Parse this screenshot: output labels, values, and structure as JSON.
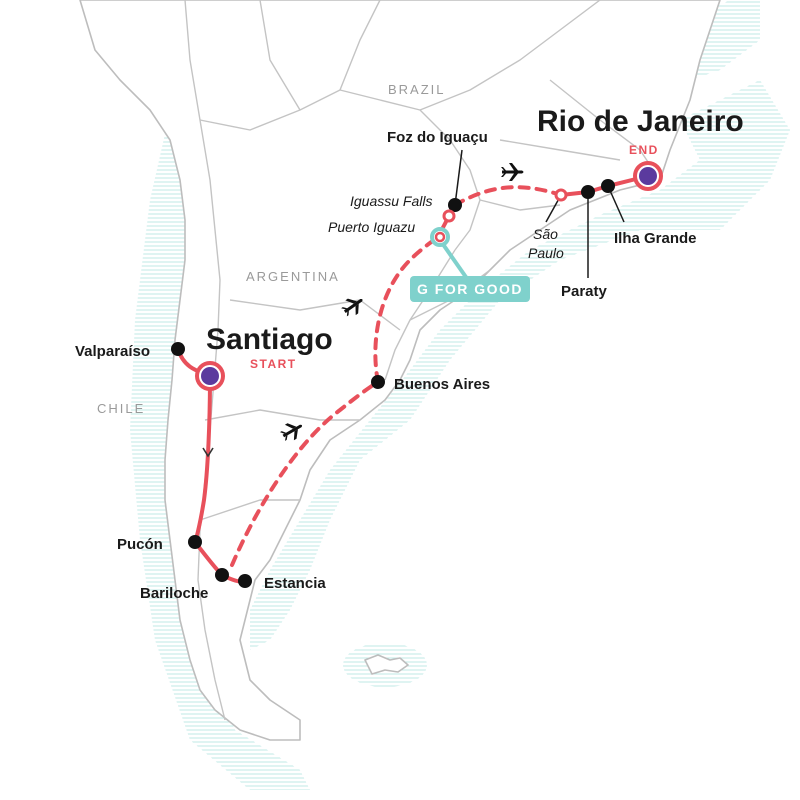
{
  "colors": {
    "route": "#e8505b",
    "stop": "#111111",
    "major_fill": "#5b3a9e",
    "highlight": "#7fd1cc",
    "highlight_text": "#ffffff",
    "coast_hatch": "#bfe8e6",
    "border": "#c4c4c4",
    "country_label": "#9a9a9a"
  },
  "countries": {
    "brazil": "BRAZIL",
    "argentina": "ARGENTINA",
    "chile": "CHILE"
  },
  "major_cities": {
    "santiago": {
      "name": "Santiago",
      "tag": "START"
    },
    "rio": {
      "name": "Rio de Janeiro",
      "tag": "END"
    }
  },
  "stops": {
    "valparaiso": "Valparaíso",
    "pucon": "Pucón",
    "bariloche": "Bariloche",
    "estancia": "Estancia",
    "buenos_aires": "Buenos Aires",
    "puerto_iguazu": "Puerto Iguazu",
    "iguassu_falls": "Iguassu Falls",
    "foz_do_iguacu": "Foz do Iguaçu",
    "sao_paulo_line1": "São",
    "sao_paulo_line2": "Paulo",
    "paraty": "Paraty",
    "ilha_grande": "Ilha Grande"
  },
  "highlight_badge": "G FOR GOOD",
  "icons": {
    "flight": "airplane-icon",
    "direction": "chevron-down-icon"
  }
}
